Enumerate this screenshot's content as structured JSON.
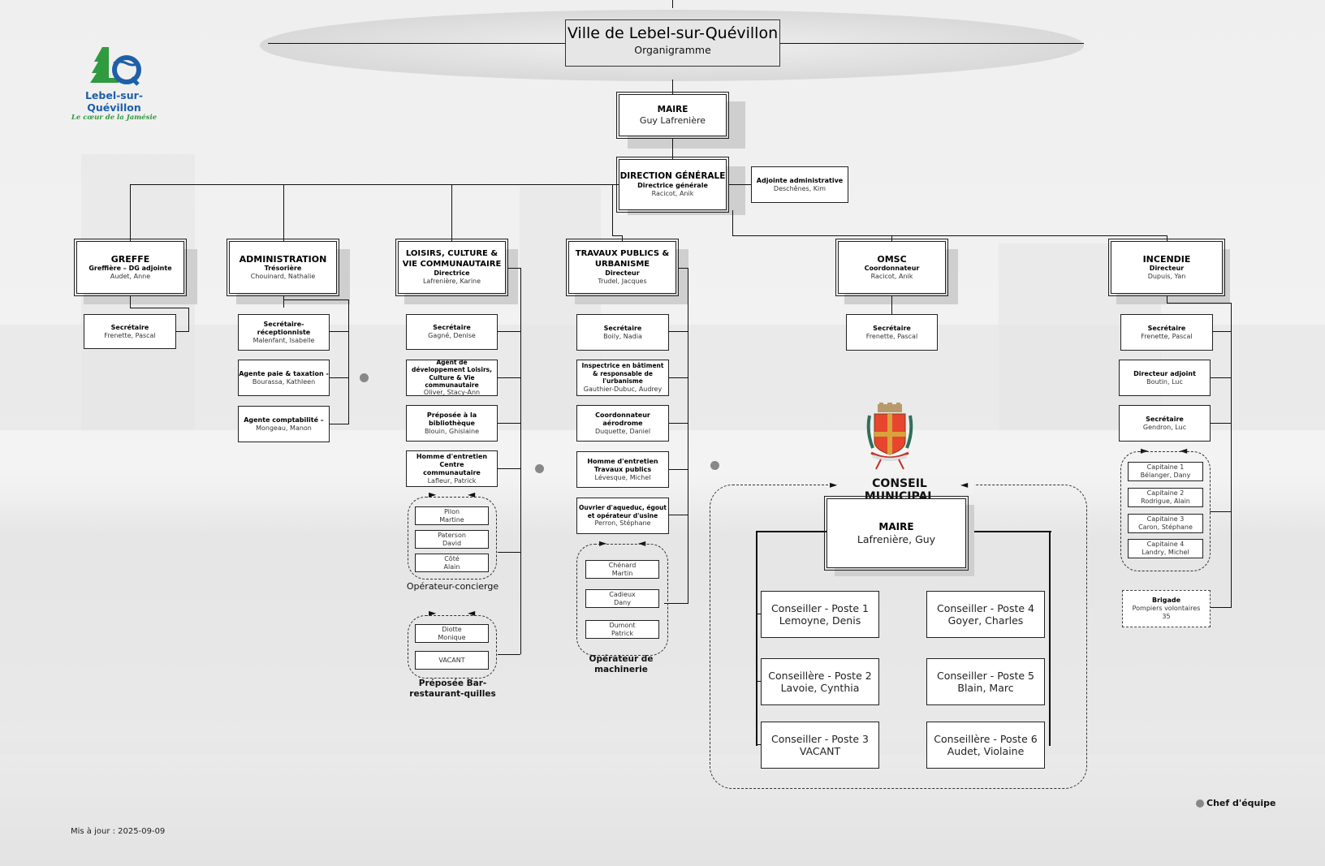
{
  "header": {
    "title": "Ville de Lebel-sur-Quévillon",
    "subtitle": "Organigramme"
  },
  "logo": {
    "name": "Lebel-sur-Quévillon",
    "tagline": "Le cœur de la Jamésie",
    "colors": {
      "green": "#2f9a3e",
      "blue": "#1f5fa8"
    }
  },
  "mayor": {
    "title": "MAIRE",
    "name": "Guy Lafrenière"
  },
  "direction": {
    "title": "DIRECTION GÉNÉRALE",
    "role": "Directrice générale",
    "name": "Racicot, Anik"
  },
  "assistant": {
    "role": "Adjointe administrative",
    "name": "Deschênes, Kim"
  },
  "departments": {
    "greffe": {
      "title": "GREFFE",
      "role": "Greffière – DG adjointe",
      "name": "Audet, Anne",
      "staff": [
        {
          "role": "Secrétaire",
          "name": "Frenette, Pascal"
        }
      ]
    },
    "administration": {
      "title": "ADMINISTRATION",
      "role": "Trésorière",
      "name": "Chouinard, Nathalie",
      "staff": [
        {
          "role": "Secrétaire-réceptionniste",
          "name": "Malenfant, Isabelle"
        },
        {
          "role": "Agente paie & taxation -",
          "name": "Bourassa, Kathleen"
        },
        {
          "role": "Agente comptabilité –",
          "name": "Mongeau, Manon"
        }
      ]
    },
    "loisirs": {
      "title": "LOISIRS, CULTURE & VIE COMMUNAUTAIRE",
      "role": "Directrice",
      "name": "Lafrenière, Karine",
      "staff": [
        {
          "role": "Secrétaire",
          "name": "Gagné, Denise"
        },
        {
          "role": "Agent de développement Loisirs, Culture & Vie communautaire",
          "name": "Oliver, Stacy-Ann"
        },
        {
          "role": "Préposée à la bibliothèque",
          "name": "Blouin, Ghislaine"
        },
        {
          "role": "Homme d'entretien Centre communautaire",
          "name": "Lafleur, Patrick"
        }
      ],
      "groups": [
        {
          "label": "Opérateur-concierge",
          "members": [
            {
              "last": "Pilon",
              "first": "Martine"
            },
            {
              "last": "Paterson",
              "first": "David"
            },
            {
              "last": "Côté",
              "first": "Alain"
            }
          ]
        },
        {
          "label": "Préposée Bar-restaurant-quilles",
          "members": [
            {
              "last": "Diotte",
              "first": "Monique"
            },
            {
              "last": "VACANT",
              "first": ""
            }
          ]
        }
      ]
    },
    "travaux": {
      "title": "TRAVAUX PUBLICS & URBANISME",
      "role": "Directeur",
      "name": "Trudel, Jacques",
      "staff": [
        {
          "role": "Secrétaire",
          "name": "Boily, Nadia"
        },
        {
          "role": "Inspectrice en bâtiment & responsable de l'urbanisme",
          "name": "Gauthier-Dubuc, Audrey"
        },
        {
          "role": "Coordonnateur aérodrome",
          "name": "Duquette, Daniel"
        },
        {
          "role": "Homme d'entretien Travaux publics",
          "name": "Lévesque, Michel"
        },
        {
          "role": "Ouvrier d'aqueduc, égout et opérateur d'usine",
          "name": "Perron, Stéphane"
        }
      ],
      "groups": [
        {
          "label": "Opérateur de machinerie",
          "members": [
            {
              "last": "Chénard",
              "first": "Martin"
            },
            {
              "last": "Cadieux",
              "first": "Dany"
            },
            {
              "last": "Dumont",
              "first": "Patrick"
            }
          ]
        }
      ]
    },
    "omsc": {
      "title": "OMSC",
      "role": "Coordonnateur",
      "name": "Racicot, Anik",
      "staff": [
        {
          "role": "Secrétaire",
          "name": "Frenette, Pascal"
        }
      ]
    },
    "incendie": {
      "title": "INCENDIE",
      "role": "Directeur",
      "name": "Dupuis, Yan",
      "staff": [
        {
          "role": "Secrétaire",
          "name": "Frenette, Pascal"
        },
        {
          "role": "Directeur adjoint",
          "name": "Boutin, Luc"
        },
        {
          "role": "Secrétaire",
          "name": "Gendron, Luc"
        }
      ],
      "captains": [
        {
          "role": "Capitaine 1",
          "name": "Bélanger, Dany"
        },
        {
          "role": "Capitaine 2",
          "name": "Rodrigue, Alain"
        },
        {
          "role": "Capitaine 3",
          "name": "Caron, Stéphane"
        },
        {
          "role": "Capitaine 4",
          "name": "Landry, Michel"
        }
      ],
      "brigade": {
        "title": "Brigade",
        "desc": "Pompiers volontaires",
        "count": "35"
      }
    }
  },
  "council": {
    "title": "CONSEIL MUNICIPAL",
    "mayor": {
      "title": "MAIRE",
      "name": "Lafrenière, Guy"
    },
    "members": [
      {
        "post": "Conseiller - Poste 1",
        "name": "Lemoyne, Denis"
      },
      {
        "post": "Conseillère - Poste 2",
        "name": "Lavoie, Cynthia"
      },
      {
        "post": "Conseiller - Poste 3",
        "name": "VACANT"
      },
      {
        "post": "Conseiller - Poste 4",
        "name": "Goyer, Charles"
      },
      {
        "post": "Conseiller - Poste 5",
        "name": "Blain, Marc"
      },
      {
        "post": "Conseillère - Poste 6",
        "name": "Audet, Violaine"
      }
    ]
  },
  "legend": {
    "label": "Chef d'équipe",
    "color": "#888888"
  },
  "footer": {
    "updated": "Mis à jour : 2025-09-09"
  }
}
